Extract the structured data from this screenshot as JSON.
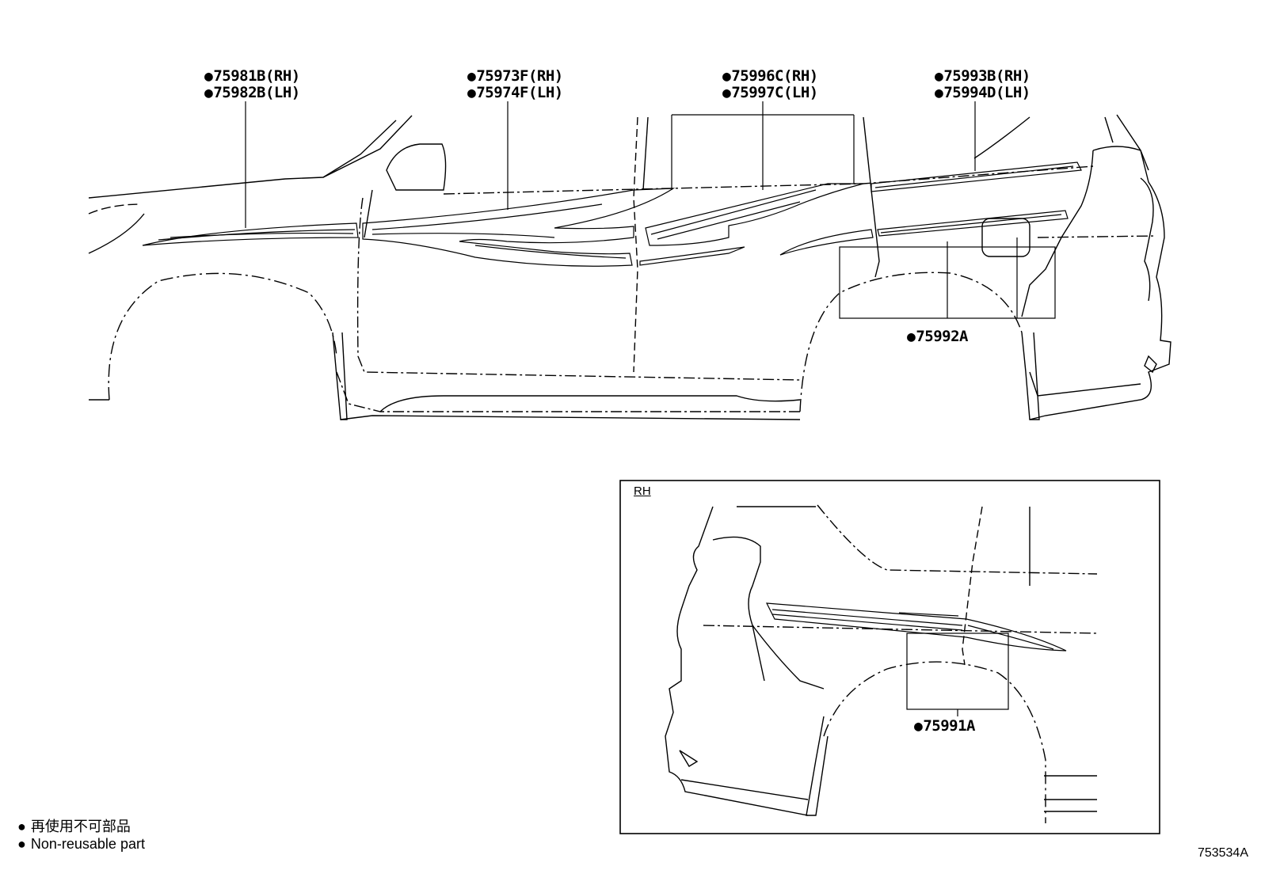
{
  "callouts": [
    {
      "lines": [
        "75981B(RH)",
        "75982B(LH)"
      ]
    },
    {
      "lines": [
        "75973F(RH)",
        "75974F(LH)"
      ]
    },
    {
      "lines": [
        "75996C(RH)",
        "75997C(LH)"
      ]
    },
    {
      "lines": [
        "75993B(RH)",
        "75994D(LH)"
      ]
    },
    {
      "lines": [
        "75992A"
      ]
    },
    {
      "lines": [
        "75991A"
      ]
    }
  ],
  "bullet_symbol": "●",
  "inset": {
    "title": "RH"
  },
  "legend": {
    "symbol": "●",
    "lines": [
      "再使用不可部品",
      "Non-reusable part"
    ]
  },
  "diagram_id": "753534A"
}
